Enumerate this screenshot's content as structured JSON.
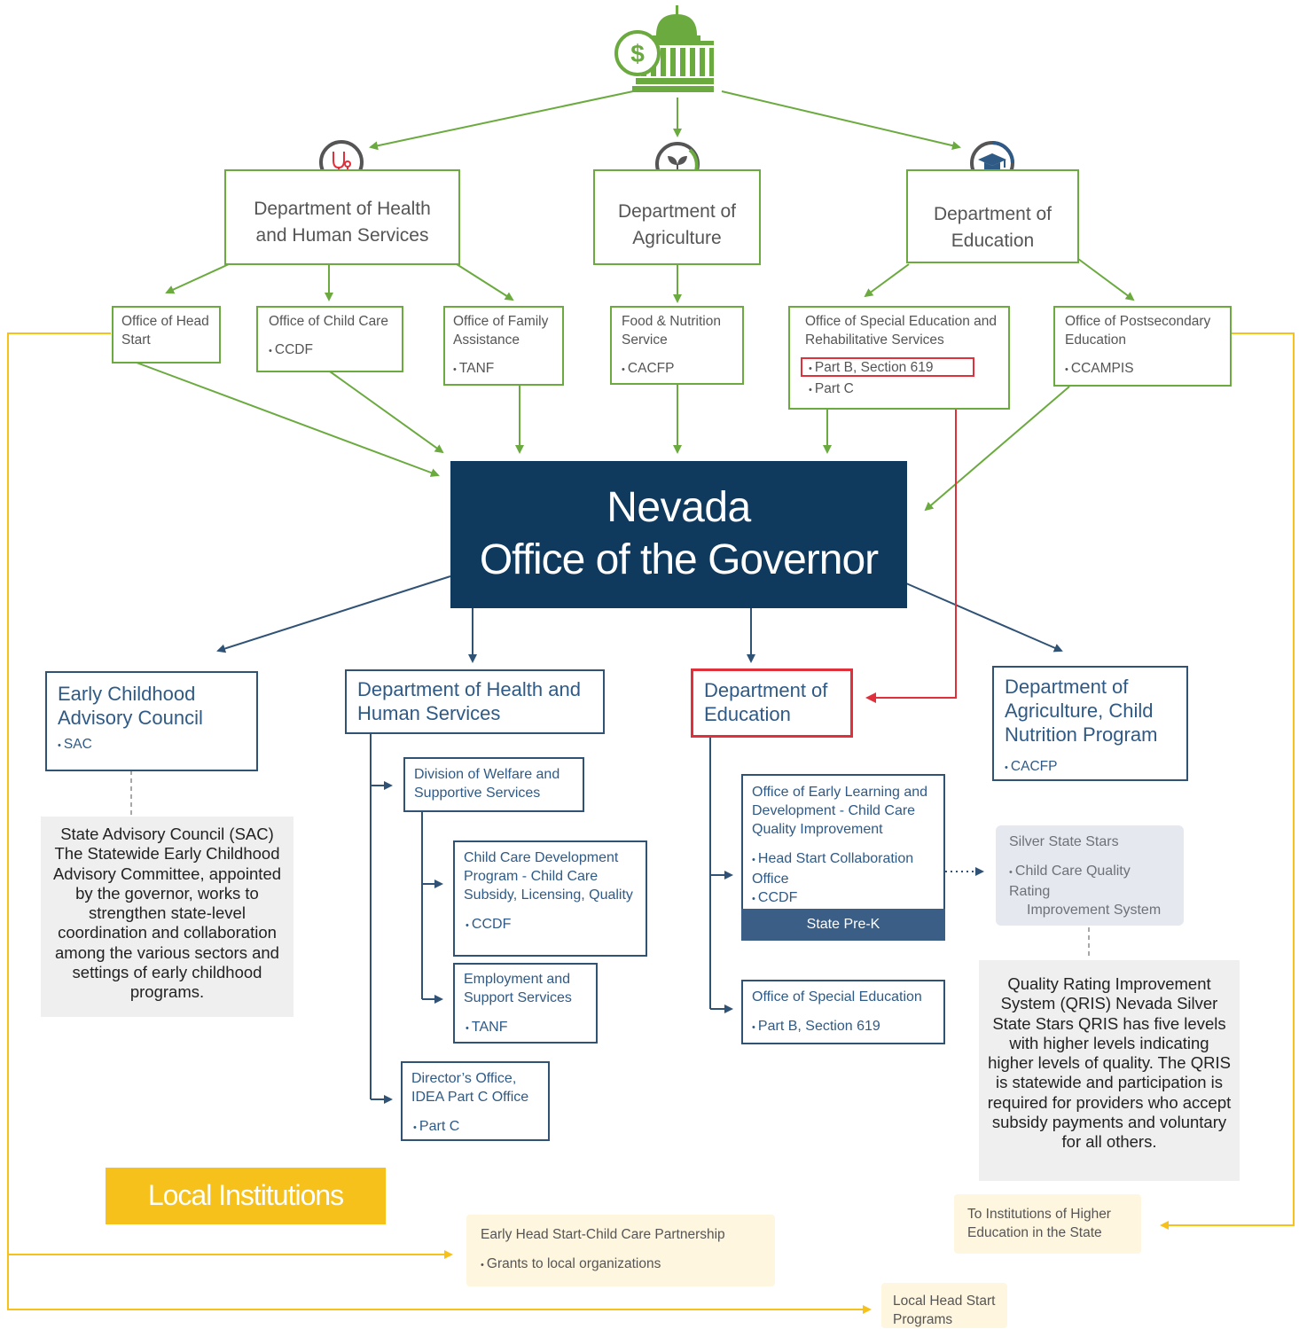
{
  "governor": {
    "line1": "Nevada",
    "line2": "Office of the Governor"
  },
  "federal": {
    "hhs": {
      "title": "Department of Health and Human Services"
    },
    "agriculture": {
      "title": "Department of Agriculture"
    },
    "education": {
      "title": "Department of Education"
    }
  },
  "federal_offices": {
    "head_start": {
      "title": "Office of Head Start"
    },
    "child_care": {
      "title": "Office of Child Care",
      "items": [
        "CCDF"
      ]
    },
    "family_assistance": {
      "title": "Office of Family Assistance",
      "items": [
        "TANF"
      ]
    },
    "food_nutrition": {
      "title": "Food & Nutrition Service",
      "items": [
        "CACFP"
      ]
    },
    "special_ed": {
      "title": "Office of Special Education and Rehabilitative Services",
      "items": [
        "Part B, Section 619",
        "Part C"
      ]
    },
    "postsecondary": {
      "title": "Office of Postsecondary Education",
      "items": [
        "CCAMPIS"
      ]
    }
  },
  "state": {
    "ecac": {
      "title": "Early Childhood Advisory Council",
      "items": [
        "SAC"
      ]
    },
    "hhs": {
      "title": "Department of Health and Human Services"
    },
    "education": {
      "title": "Department of Education"
    },
    "agriculture": {
      "title": "Department of Agriculture, Child Nutrition Program",
      "items": [
        "CACFP"
      ]
    }
  },
  "hhs_divisions": {
    "welfare": {
      "title": "Division of Welfare and Supportive Services"
    },
    "ccdp": {
      "title": "Child Care Development Program - Child Care Subsidy, Licensing, Quality",
      "items": [
        "CCDF"
      ]
    },
    "employment": {
      "title": "Employment and Support Services",
      "items": [
        "TANF"
      ]
    },
    "director": {
      "title": "Director’s Office, IDEA Part C Office",
      "items": [
        "Part C"
      ]
    }
  },
  "education_offices": {
    "early_learning": {
      "title": "Office of Early Learning and Development - Child Care Quality Improvement",
      "items": [
        "Head Start Collaboration Office",
        "CCDF"
      ],
      "band": "State Pre-K"
    },
    "special_ed": {
      "title": "Office of Special Education",
      "items": [
        "Part B, Section 619"
      ]
    }
  },
  "sac_note": "State Advisory Council (SAC) The Statewide Early Childhood Advisory Committee, appointed by the governor, works to strengthen state-level coordination and collaboration among the various sectors and settings of early childhood programs.",
  "silver_state": {
    "title": "Silver State Stars",
    "item_line1": "Child Care Quality Rating",
    "item_line2": "Improvement System"
  },
  "qris_note": "Quality Rating Improvement System (QRIS) Nevada Silver State Stars QRIS has five levels with higher levels indicating higher levels of quality. The QRIS is statewide and participation is required for providers who accept subsidy payments and voluntary for all others.",
  "local": {
    "header": "Local Institutions",
    "ehs": {
      "title": "Early Head Start-Child Care Partnership",
      "items": [
        "Grants to local organizations"
      ]
    },
    "higher_ed": {
      "title": "To Institutions of Higher Education in the State"
    },
    "head_start": {
      "title": "Local Head Start Programs"
    }
  },
  "icons": [
    "capitol-dollar-icon",
    "stethoscope-icon",
    "sprout-icon",
    "graduation-cap-icon"
  ],
  "colors": {
    "green": "#6aaa3e",
    "navy": "#0f3a5e",
    "blue": "#2f5275",
    "red": "#e0303c",
    "gold": "#f5c11a",
    "grey": "#efefef"
  }
}
